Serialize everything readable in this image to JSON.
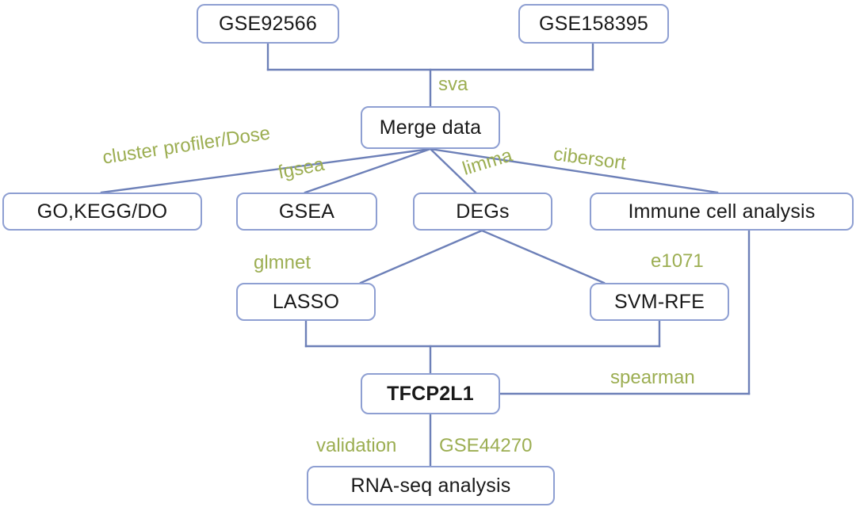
{
  "diagram": {
    "title": "Bioinformatics analysis workflow flowchart",
    "colors": {
      "node_border": "#8e9fd2",
      "node_text": "#191919",
      "edge_line": "#6d80b8",
      "edge_label": "#9cae52",
      "background": "#ffffff"
    },
    "nodes": [
      {
        "id": "gse92566",
        "label": "GSE92566"
      },
      {
        "id": "gse158395",
        "label": "GSE158395"
      },
      {
        "id": "merge",
        "label": "Merge data"
      },
      {
        "id": "go",
        "label": "GO,KEGG/DO"
      },
      {
        "id": "gsea",
        "label": "GSEA"
      },
      {
        "id": "degs",
        "label": "DEGs"
      },
      {
        "id": "immune",
        "label": "Immune cell analysis"
      },
      {
        "id": "lasso",
        "label": "LASSO"
      },
      {
        "id": "svmrfe",
        "label": "SVM-RFE"
      },
      {
        "id": "tfcp2l1",
        "label": "TFCP2L1"
      },
      {
        "id": "rnaseq",
        "label": "RNA-seq analysis"
      }
    ],
    "edge_labels": [
      {
        "id": "sva",
        "text": "sva"
      },
      {
        "id": "cluster-profiler",
        "text": "cluster profiler/Dose"
      },
      {
        "id": "fgsea",
        "text": "fgsea"
      },
      {
        "id": "limma",
        "text": "limma"
      },
      {
        "id": "cibersort",
        "text": "cibersort"
      },
      {
        "id": "glmnet",
        "text": "glmnet"
      },
      {
        "id": "e1071",
        "text": "e1071"
      },
      {
        "id": "spearman",
        "text": "spearman"
      },
      {
        "id": "validation",
        "text": "validation"
      },
      {
        "id": "gse44270",
        "text": "GSE44270"
      }
    ],
    "edges": [
      {
        "from": "gse92566",
        "to": "merge",
        "label": "sva"
      },
      {
        "from": "gse158395",
        "to": "merge",
        "label": "sva"
      },
      {
        "from": "merge",
        "to": "go",
        "label": "cluster profiler/Dose"
      },
      {
        "from": "merge",
        "to": "gsea",
        "label": "fgsea"
      },
      {
        "from": "merge",
        "to": "degs",
        "label": "limma"
      },
      {
        "from": "merge",
        "to": "immune",
        "label": "cibersort"
      },
      {
        "from": "degs",
        "to": "lasso",
        "label": "glmnet"
      },
      {
        "from": "degs",
        "to": "svmrfe",
        "label": "e1071"
      },
      {
        "from": "lasso",
        "to": "tfcp2l1",
        "label": ""
      },
      {
        "from": "svmrfe",
        "to": "tfcp2l1",
        "label": ""
      },
      {
        "from": "tfcp2l1",
        "to": "immune",
        "label": "spearman"
      },
      {
        "from": "tfcp2l1",
        "to": "rnaseq",
        "label": "validation / GSE44270"
      }
    ]
  }
}
